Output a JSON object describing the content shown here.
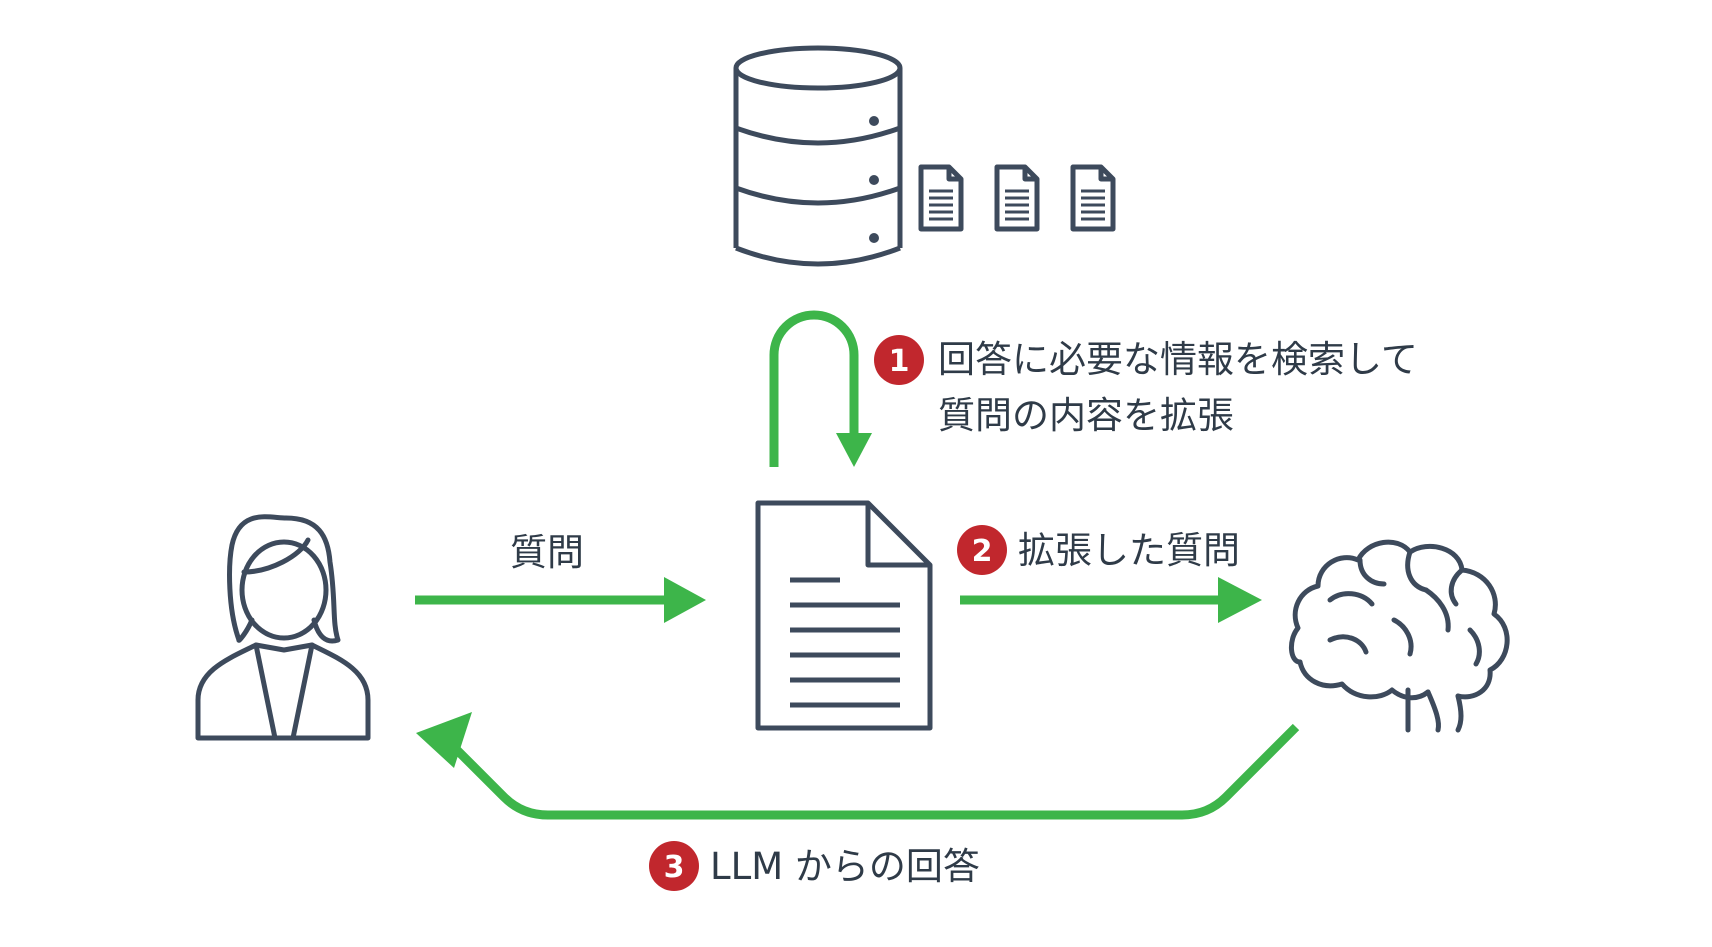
{
  "colors": {
    "icon_stroke": "#3d4a5c",
    "arrow": "#3db54a",
    "badge": "#c1272d",
    "text": "#2f3b48",
    "background": "#ffffff"
  },
  "icons": {
    "database": "database-icon",
    "documents": "document-stack-icon",
    "user": "user-icon",
    "query_document": "document-icon",
    "llm": "brain-icon"
  },
  "steps": {
    "step1": {
      "number": "1",
      "line1": "回答に必要な情報を検索して",
      "line2": "質問の内容を拡張"
    },
    "question": {
      "label": "質問"
    },
    "step2": {
      "number": "2",
      "label": "拡張した質問"
    },
    "step3": {
      "number": "3",
      "label": "LLM からの回答"
    }
  }
}
